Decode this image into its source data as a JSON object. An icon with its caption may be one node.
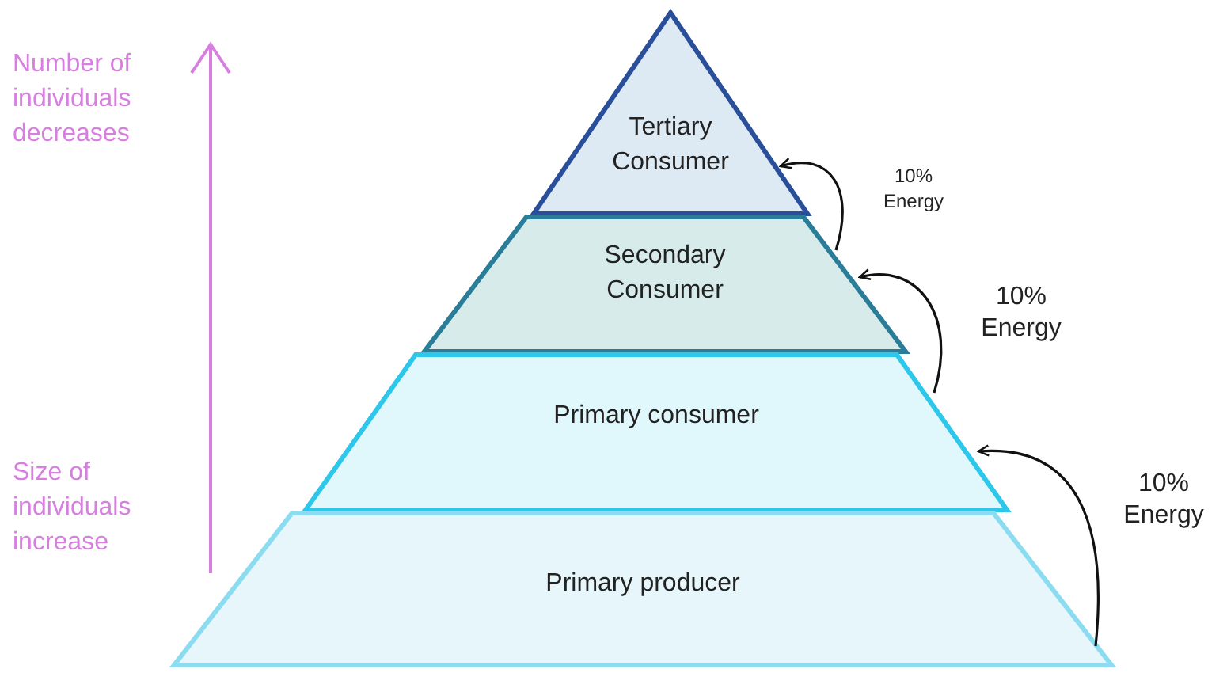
{
  "diagram": {
    "nodes": [
      {
        "text": [
          "Tertiary Consumer"
        ]
      },
      {
        "text": [
          "Secondary Consumer"
        ]
      },
      {
        "text": [
          "Primary consumer"
        ]
      },
      {
        "text": [
          "Primary producer"
        ]
      }
    ],
    "edges": [
      {
        "from": 3,
        "to": 2,
        "arrow": "to",
        "label": "10% Energy"
      },
      {
        "from": 2,
        "to": 1,
        "arrow": "to",
        "label": "10% Energy"
      },
      {
        "from": 1,
        "to": 0,
        "arrow": "to",
        "label": "10% Energy"
      }
    ],
    "labels": [
      "Number of individuals decreases",
      "Size of individuals increase"
    ]
  }
}
